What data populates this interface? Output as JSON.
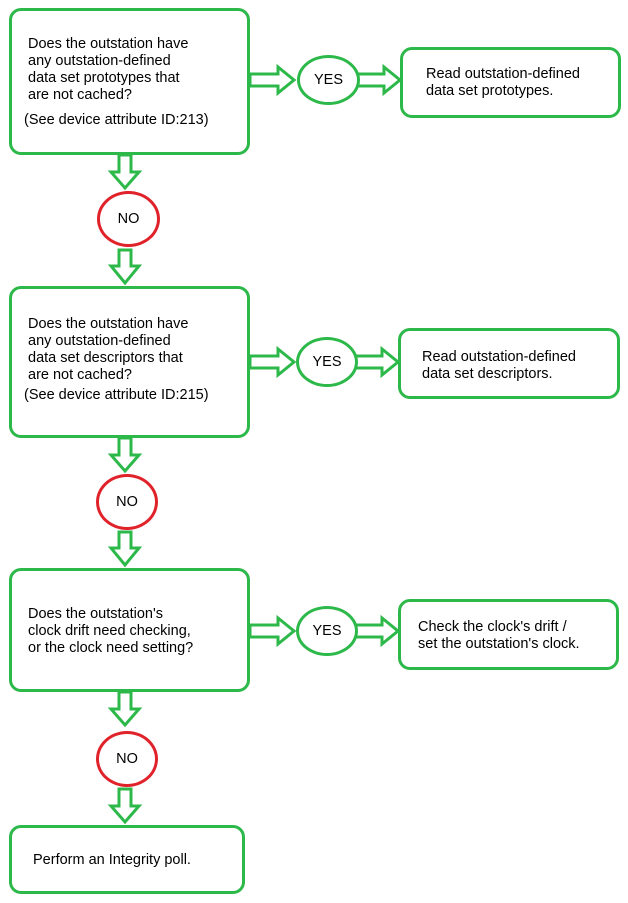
{
  "colors": {
    "green": "#2db84a",
    "red": "#e0222a",
    "text": "#000000",
    "background": "#ffffff"
  },
  "steps": [
    {
      "question": "Does the outstation have\nany outstation-defined\ndata set prototypes that\nare not cached?",
      "note": "(See device attribute ID:213)",
      "yes_label": "YES",
      "action": "Read outstation-defined\ndata set prototypes.",
      "no_label": "NO"
    },
    {
      "question": "Does the outstation have\nany outstation-defined\ndata set descriptors that\nare not cached?",
      "note": "(See device attribute ID:215)",
      "yes_label": "YES",
      "action": "Read outstation-defined\ndata set descriptors.",
      "no_label": "NO"
    },
    {
      "question": "Does the outstation's\nclock drift need checking,\nor the clock need setting?",
      "note": "",
      "yes_label": "YES",
      "action": "Check the clock's drift /\nset the outstation's clock.",
      "no_label": "NO"
    }
  ],
  "final": {
    "action": "Perform an Integrity poll."
  }
}
